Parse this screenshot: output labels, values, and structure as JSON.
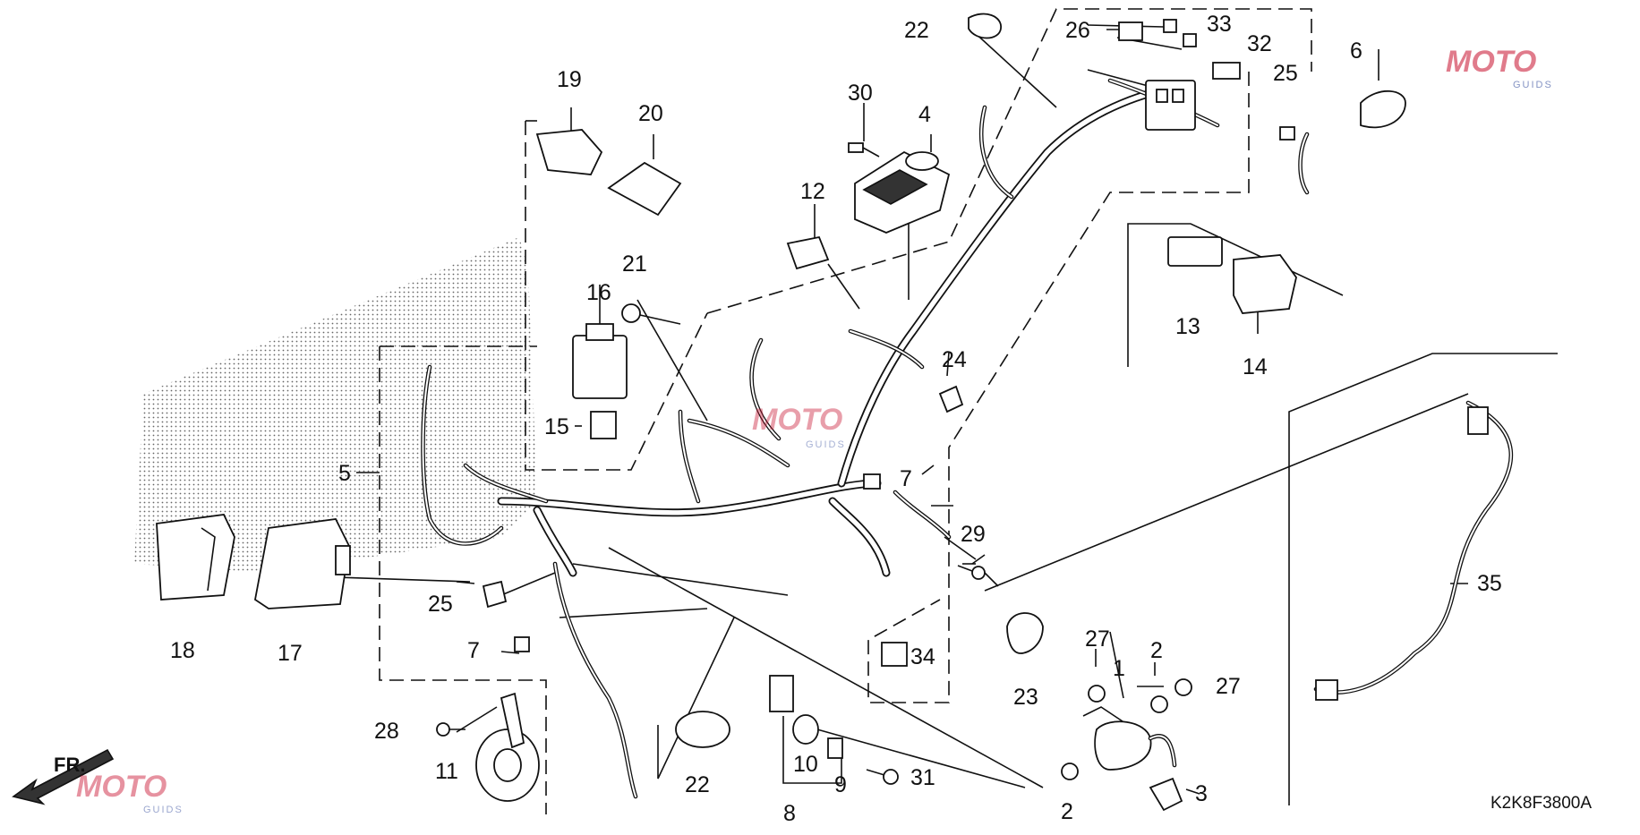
{
  "diagram_code": "K2K8F3800A",
  "front_label": "FR.",
  "watermark": {
    "brand": "MOTO",
    "sub": "GUIDS",
    "primary_color": "#c8102e",
    "secondary_color": "#1f3a93"
  },
  "callouts": [
    {
      "id": "c1",
      "label": "1"
    },
    {
      "id": "c2a",
      "label": "2"
    },
    {
      "id": "c2b",
      "label": "2"
    },
    {
      "id": "c3",
      "label": "3"
    },
    {
      "id": "c4",
      "label": "4"
    },
    {
      "id": "c5",
      "label": "5"
    },
    {
      "id": "c6",
      "label": "6"
    },
    {
      "id": "c7a",
      "label": "7"
    },
    {
      "id": "c7b",
      "label": "7"
    },
    {
      "id": "c8",
      "label": "8"
    },
    {
      "id": "c9",
      "label": "9"
    },
    {
      "id": "c10",
      "label": "10"
    },
    {
      "id": "c11",
      "label": "11"
    },
    {
      "id": "c12",
      "label": "12"
    },
    {
      "id": "c13",
      "label": "13"
    },
    {
      "id": "c14",
      "label": "14"
    },
    {
      "id": "c15",
      "label": "15"
    },
    {
      "id": "c16",
      "label": "16"
    },
    {
      "id": "c17",
      "label": "17"
    },
    {
      "id": "c18",
      "label": "18"
    },
    {
      "id": "c19",
      "label": "19"
    },
    {
      "id": "c20",
      "label": "20"
    },
    {
      "id": "c21",
      "label": "21"
    },
    {
      "id": "c22a",
      "label": "22"
    },
    {
      "id": "c22b",
      "label": "22"
    },
    {
      "id": "c23",
      "label": "23"
    },
    {
      "id": "c24",
      "label": "24"
    },
    {
      "id": "c25a",
      "label": "25"
    },
    {
      "id": "c25b",
      "label": "25"
    },
    {
      "id": "c26",
      "label": "26"
    },
    {
      "id": "c27a",
      "label": "27"
    },
    {
      "id": "c27b",
      "label": "27"
    },
    {
      "id": "c28",
      "label": "28"
    },
    {
      "id": "c29",
      "label": "29"
    },
    {
      "id": "c30",
      "label": "30"
    },
    {
      "id": "c31",
      "label": "31"
    },
    {
      "id": "c32",
      "label": "32"
    },
    {
      "id": "c33",
      "label": "33"
    },
    {
      "id": "c34",
      "label": "34"
    },
    {
      "id": "c35",
      "label": "35"
    }
  ]
}
